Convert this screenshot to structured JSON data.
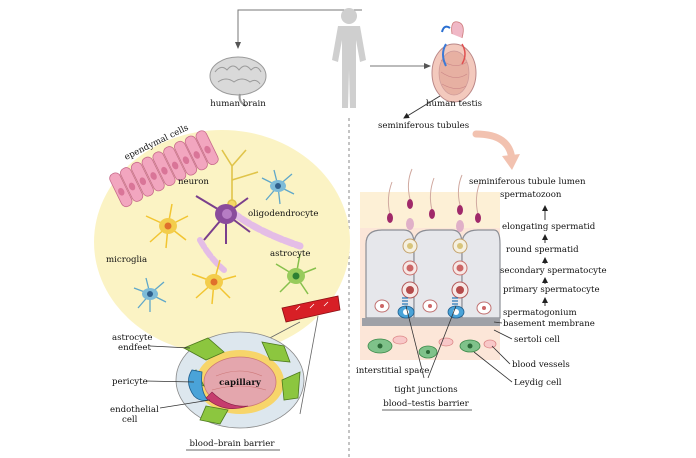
{
  "top": {
    "brain_label": "human brain",
    "testis_label": "human testis"
  },
  "brain": {
    "ependymal_label": "ependymal cells",
    "neuron_label": "neuron",
    "oligodendrocyte_label": "oligodendrocyte",
    "microglia_label": "microglia",
    "astrocyte_label": "astrocyte",
    "astrocyte_endfeet_label_1": "astrocyte",
    "astrocyte_endfeet_label_2": "endfeet",
    "pericyte_label": "pericyte",
    "capillary_label": "capillary",
    "endothelial_label_1": "endothelial",
    "endothelial_label_2": "cell",
    "barrier_label": "blood–brain barrier"
  },
  "testis": {
    "seminiferous_tubules_label": "seminiferous tubules",
    "lumen_label": "seminiferous tubule lumen",
    "stages": [
      "spermatozoon",
      "elongating spermatid",
      "round spermatid",
      "secondary spermatocyte",
      "primary spermatocyte",
      "spermatogonium"
    ],
    "basement_membrane_label": "basement membrane",
    "sertoli_label": "sertoli cell",
    "blood_vessels_label": "blood vessels",
    "leydig_label": "Leydig cell",
    "interstitial_label": "interstitial space",
    "tight_junctions_label": "tight junctions",
    "barrier_label": "blood–testis barrier"
  },
  "colors": {
    "brain_bg": "#fbf3c4",
    "ependymal": "#f2a6bf",
    "oligodendrocyte": "#7a3f8c",
    "microglia": "#5fa7c9",
    "astrocyte_yellow": "#f2c531",
    "astrocyte_green": "#86c04c",
    "capillary": "#e4a6ad",
    "endfeet": "#8cc63f",
    "vessel_red": "#d71f26",
    "tubule": "#e6e7eb",
    "sertoli": "#4aa3d8",
    "interstitial": "#fce6d8",
    "arrow_curved": "#f2c2b0"
  }
}
